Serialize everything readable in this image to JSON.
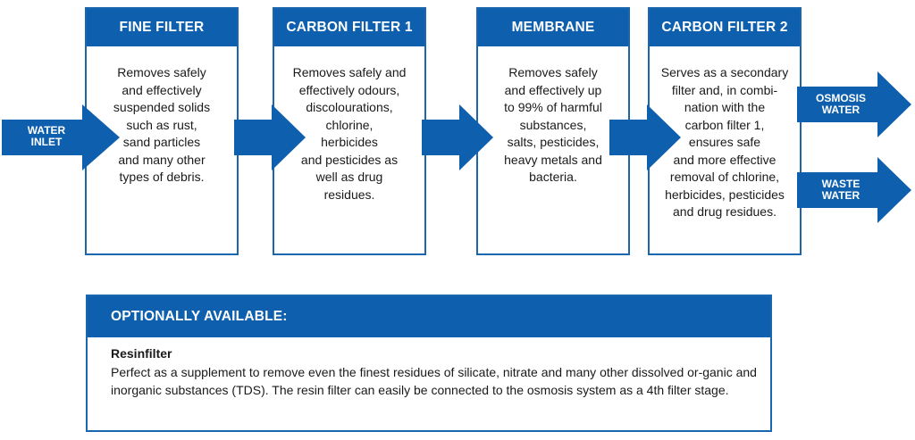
{
  "stages": [
    {
      "title": "FINE FILTER",
      "text": "Removes safely\nand effectively\nsuspended solids\nsuch as rust,\nsand particles\nand many other\ntypes of debris."
    },
    {
      "title": "CARBON FILTER 1",
      "text": "Removes safely and\neffectively odours,\ndiscolourations,\nchlorine,\nherbicides\nand pesticides as\nwell as drug\nresidues."
    },
    {
      "title": "MEMBRANE",
      "text": "Removes safely\nand effectively up\nto 99% of harmful\nsubstances,\nsalts, pesticides,\nheavy metals and\nbacteria."
    },
    {
      "title": "CARBON FILTER 2",
      "text": "Serves as a secondary\nfilter and, in combi-\nnation with the\ncarbon filter 1,\nensures safe\nand more effective\nremoval of chlorine,\nherbicides, pesticides\nand drug residues."
    }
  ],
  "arrows": {
    "inlet": "WATER\nINLET",
    "osmosis": "OSMOSIS\nWATER",
    "waste": "WASTE\nWATER"
  },
  "optional": {
    "heading": "OPTIONALLY AVAILABLE:",
    "title": "Resinfilter",
    "text": "Perfect as a supplement to remove even the finest residues of silicate, nitrate and many other dissolved or-ganic and inorganic substances (TDS). The resin filter can easily be connected to the osmosis system as a 4th filter stage."
  },
  "colors": {
    "accent": "#0e5fae",
    "border": "#1a67b0"
  }
}
